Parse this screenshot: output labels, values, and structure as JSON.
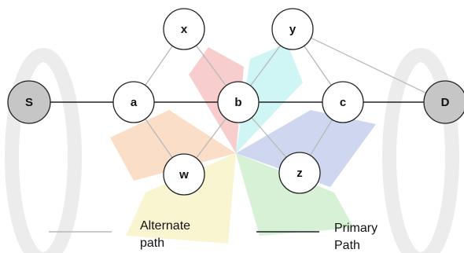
{
  "diagram": {
    "nodes": [
      {
        "id": "S",
        "label": "S",
        "kind": "endpoint"
      },
      {
        "id": "a",
        "label": "a",
        "kind": "router"
      },
      {
        "id": "b",
        "label": "b",
        "kind": "router"
      },
      {
        "id": "c",
        "label": "c",
        "kind": "router"
      },
      {
        "id": "D",
        "label": "D",
        "kind": "endpoint"
      },
      {
        "id": "x",
        "label": "x",
        "kind": "router"
      },
      {
        "id": "y",
        "label": "y",
        "kind": "router"
      },
      {
        "id": "w",
        "label": "w",
        "kind": "router"
      },
      {
        "id": "z",
        "label": "z",
        "kind": "router"
      }
    ],
    "edges": [
      {
        "from": "S",
        "to": "a",
        "type": "primary"
      },
      {
        "from": "a",
        "to": "b",
        "type": "primary"
      },
      {
        "from": "b",
        "to": "c",
        "type": "primary"
      },
      {
        "from": "c",
        "to": "D",
        "type": "primary"
      },
      {
        "from": "a",
        "to": "x",
        "type": "alternate"
      },
      {
        "from": "x",
        "to": "b",
        "type": "alternate"
      },
      {
        "from": "a",
        "to": "w",
        "type": "alternate"
      },
      {
        "from": "w",
        "to": "b",
        "type": "alternate"
      },
      {
        "from": "b",
        "to": "y",
        "type": "alternate"
      },
      {
        "from": "y",
        "to": "c",
        "type": "alternate"
      },
      {
        "from": "y",
        "to": "D",
        "type": "alternate"
      },
      {
        "from": "b",
        "to": "z",
        "type": "alternate"
      },
      {
        "from": "z",
        "to": "c",
        "type": "alternate"
      }
    ],
    "colors": {
      "primary_edge": "#222222",
      "alternate_edge": "#b8b8b8",
      "router_fill": "#ffffff",
      "endpoint_fill": "#c6c6c6",
      "node_stroke": "#222222",
      "watermark_red": "#f2a4a4",
      "watermark_cyan": "#a9ecec",
      "watermark_blue": "#a8b6e4",
      "watermark_green": "#b7e6b7",
      "watermark_yellow": "#f5ecac",
      "watermark_orange": "#f6c39a",
      "watermark_gray": "#ececec"
    }
  },
  "legend": {
    "alternate": {
      "line1": "Alternate",
      "line2": "path"
    },
    "primary": {
      "line1": "Primary",
      "line2": "Path"
    }
  }
}
